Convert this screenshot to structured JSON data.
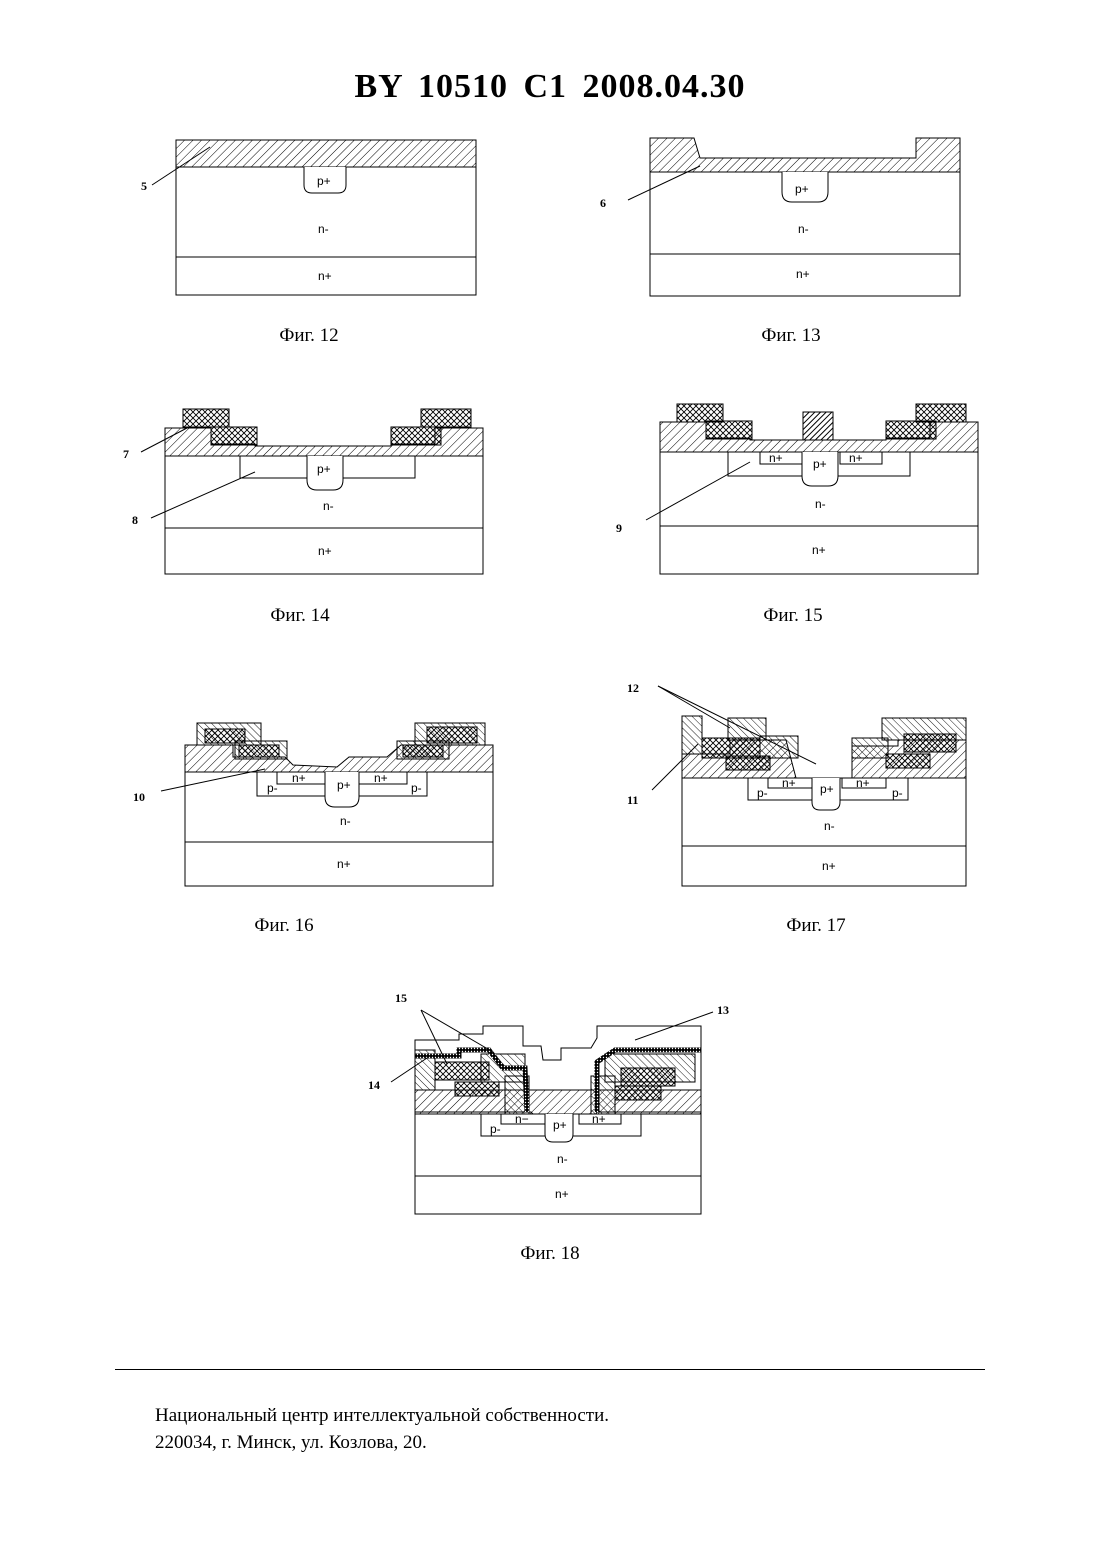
{
  "header": {
    "title": "BY  10510  C1  2008.04.30"
  },
  "captions": {
    "f12": "Фиг. 12",
    "f13": "Фиг. 13",
    "f14": "Фиг. 14",
    "f15": "Фиг. 15",
    "f16": "Фиг. 16",
    "f17": "Фиг. 17",
    "f18": "Фиг. 18"
  },
  "regions": {
    "p_plus": "p+",
    "n_minus": "n-",
    "n_plus": "n+",
    "p_minus": "p-",
    "n_minus_alt": "n−"
  },
  "refs": {
    "r5": "5",
    "r6": "6",
    "r7": "7",
    "r8": "8",
    "r9": "9",
    "r10": "10",
    "r11": "11",
    "r12": "12",
    "r13": "13",
    "r14": "14",
    "r15": "15"
  },
  "footer": {
    "line1": "Национальный центр интеллектуальной собственности.",
    "line2": "220034, г. Минск, ул. Козлова, 20."
  }
}
